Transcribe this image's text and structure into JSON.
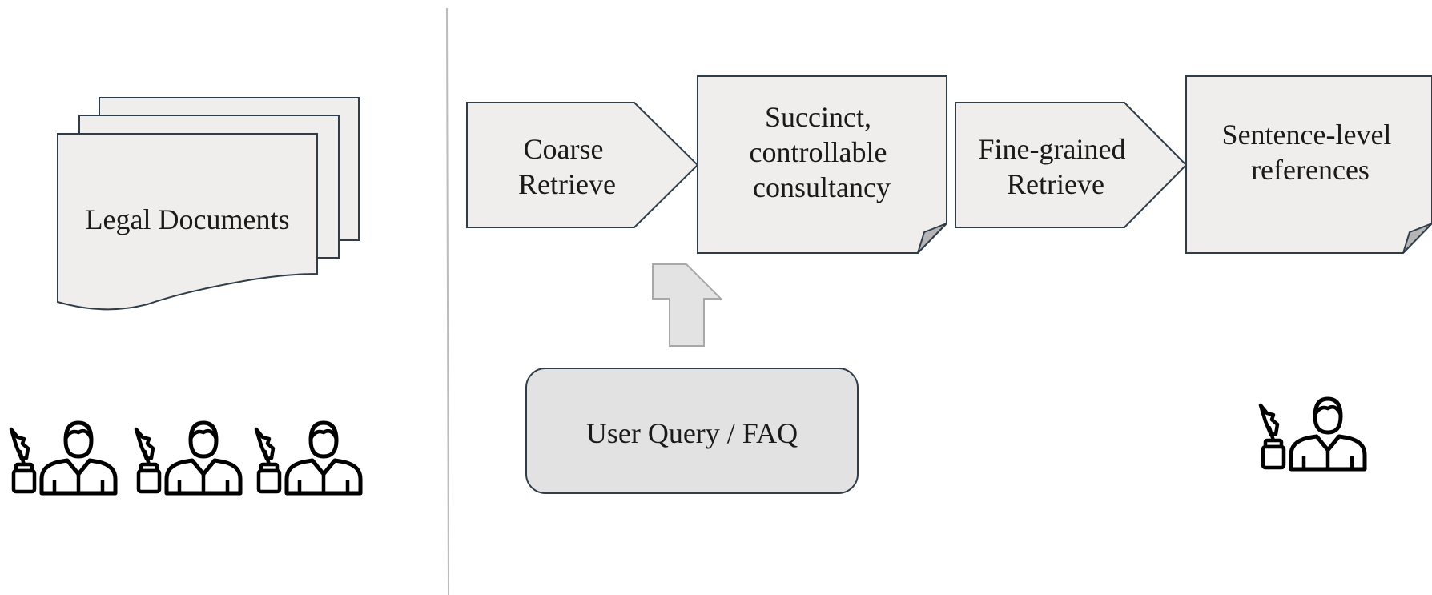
{
  "diagram": {
    "left_panel": {
      "documents_label": "Legal Documents",
      "lawyer_icons": [
        "lawyer-icon",
        "lawyer-icon",
        "lawyer-icon"
      ]
    },
    "pipeline": {
      "coarse_retrieve": [
        "Coarse",
        "Retrieve"
      ],
      "consultancy": [
        "Succinct,",
        "controllable",
        "consultancy"
      ],
      "fine_retrieve": [
        "Fine-grained",
        "Retrieve"
      ],
      "references": [
        "Sentence-level",
        "references"
      ]
    },
    "user_query": "User Query / FAQ",
    "result_icon": "lawyer-icon",
    "colors": {
      "shape_fill": "#efeeed",
      "shape_stroke": "#2f3d4a",
      "query_fill": "#e2e2e3",
      "arrow_fill": "#e3e3e3",
      "fold_fill": "#b5b5b5",
      "divider": "#bcbcbc"
    }
  }
}
